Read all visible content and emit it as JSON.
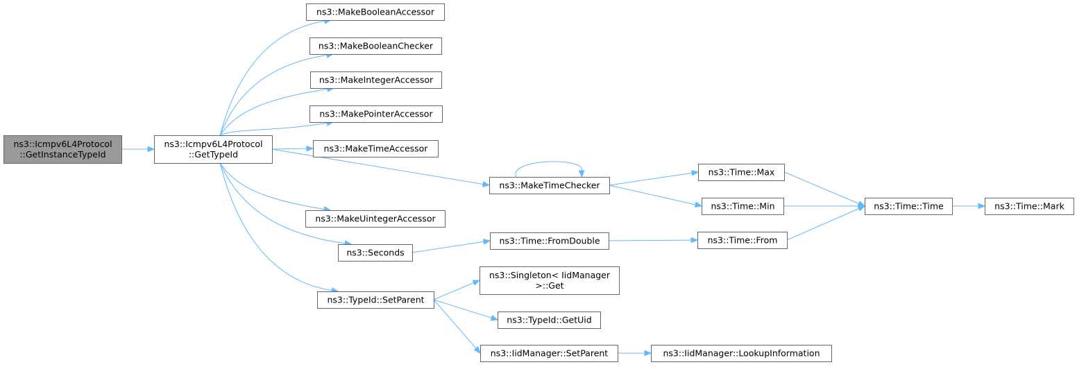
{
  "colors": {
    "root_fill": "#999999",
    "node_fill": "#ffffff",
    "node_stroke": "#666666",
    "edge": "#63b8ff"
  },
  "nodes": [
    {
      "id": "root",
      "lines": [
        "ns3::Icmpv6L4Protocol",
        "::GetInstanceTypeId"
      ],
      "root": true
    },
    {
      "id": "gettypeid",
      "lines": [
        "ns3::Icmpv6L4Protocol",
        "::GetTypeId"
      ]
    },
    {
      "id": "mkboolacc",
      "lines": [
        "ns3::MakeBooleanAccessor"
      ]
    },
    {
      "id": "mkboolchk",
      "lines": [
        "ns3::MakeBooleanChecker"
      ]
    },
    {
      "id": "mkintacc",
      "lines": [
        "ns3::MakeIntegerAccessor"
      ]
    },
    {
      "id": "mkptracc",
      "lines": [
        "ns3::MakePointerAccessor"
      ]
    },
    {
      "id": "mktimeacc",
      "lines": [
        "ns3::MakeTimeAccessor"
      ]
    },
    {
      "id": "mktimechk",
      "lines": [
        "ns3::MakeTimeChecker"
      ]
    },
    {
      "id": "mkuintacc",
      "lines": [
        "ns3::MakeUintegerAccessor"
      ]
    },
    {
      "id": "seconds",
      "lines": [
        "ns3::Seconds"
      ]
    },
    {
      "id": "setparent",
      "lines": [
        "ns3::TypeId::SetParent"
      ]
    },
    {
      "id": "timemax",
      "lines": [
        "ns3::Time::Max"
      ]
    },
    {
      "id": "timemin",
      "lines": [
        "ns3::Time::Min"
      ]
    },
    {
      "id": "fromdouble",
      "lines": [
        "ns3::Time::FromDouble"
      ]
    },
    {
      "id": "timefrom",
      "lines": [
        "ns3::Time::From"
      ]
    },
    {
      "id": "timetime",
      "lines": [
        "ns3::Time::Time"
      ]
    },
    {
      "id": "timemark",
      "lines": [
        "ns3::Time::Mark"
      ]
    },
    {
      "id": "singleton",
      "lines": [
        "ns3::Singleton< IidManager",
        " >::Get"
      ]
    },
    {
      "id": "getuid",
      "lines": [
        "ns3::TypeId::GetUid"
      ]
    },
    {
      "id": "iidsetparent",
      "lines": [
        "ns3::IidManager::SetParent"
      ]
    },
    {
      "id": "lookup",
      "lines": [
        "ns3::IidManager::LookupInformation"
      ]
    }
  ],
  "edges": [
    {
      "from": "root",
      "to": "gettypeid"
    },
    {
      "from": "gettypeid",
      "to": "mkboolacc"
    },
    {
      "from": "gettypeid",
      "to": "mkboolchk"
    },
    {
      "from": "gettypeid",
      "to": "mkintacc"
    },
    {
      "from": "gettypeid",
      "to": "mkptracc"
    },
    {
      "from": "gettypeid",
      "to": "mktimeacc"
    },
    {
      "from": "gettypeid",
      "to": "mktimechk"
    },
    {
      "from": "gettypeid",
      "to": "mkuintacc"
    },
    {
      "from": "gettypeid",
      "to": "seconds"
    },
    {
      "from": "gettypeid",
      "to": "setparent"
    },
    {
      "from": "mktimechk",
      "to": "mktimechk"
    },
    {
      "from": "mktimechk",
      "to": "timemax"
    },
    {
      "from": "mktimechk",
      "to": "timemin"
    },
    {
      "from": "timemax",
      "to": "timetime"
    },
    {
      "from": "timemin",
      "to": "timetime"
    },
    {
      "from": "timetime",
      "to": "timemark"
    },
    {
      "from": "seconds",
      "to": "fromdouble"
    },
    {
      "from": "fromdouble",
      "to": "timefrom"
    },
    {
      "from": "timefrom",
      "to": "timetime"
    },
    {
      "from": "setparent",
      "to": "singleton"
    },
    {
      "from": "setparent",
      "to": "getuid"
    },
    {
      "from": "setparent",
      "to": "iidsetparent"
    },
    {
      "from": "iidsetparent",
      "to": "lookup"
    }
  ]
}
